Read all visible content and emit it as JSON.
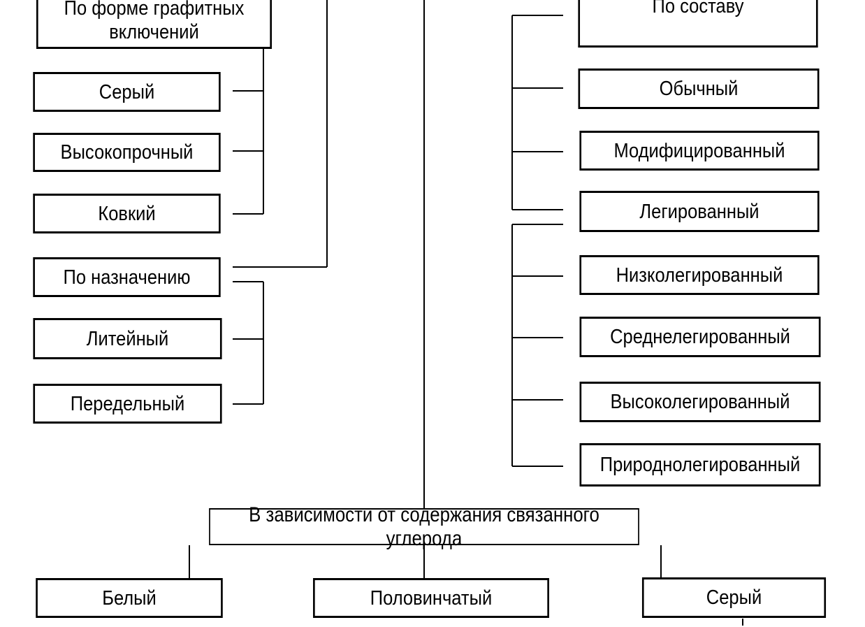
{
  "diagram": {
    "left_branch": {
      "graphite_form": {
        "label": "По форме графитных\nвключений",
        "items": [
          "Серый",
          "Высокопрочный",
          "Ковкий"
        ]
      },
      "purpose": {
        "label": "По назначению",
        "items": [
          "Литейный",
          "Передельный"
        ]
      }
    },
    "right_branch": {
      "composition": {
        "label": "По составу",
        "items": [
          "Обычный",
          "Модифицированный",
          "Легированный"
        ]
      },
      "alloyed_kinds": [
        "Низколегированный",
        "Среднелегированный",
        "Высоколегированный",
        "Природнолегированный"
      ]
    },
    "carbon_content": {
      "label": "В зависимости от содержания связанного углерода",
      "items": [
        "Белый",
        "Половинчатый",
        "Серый"
      ]
    }
  }
}
